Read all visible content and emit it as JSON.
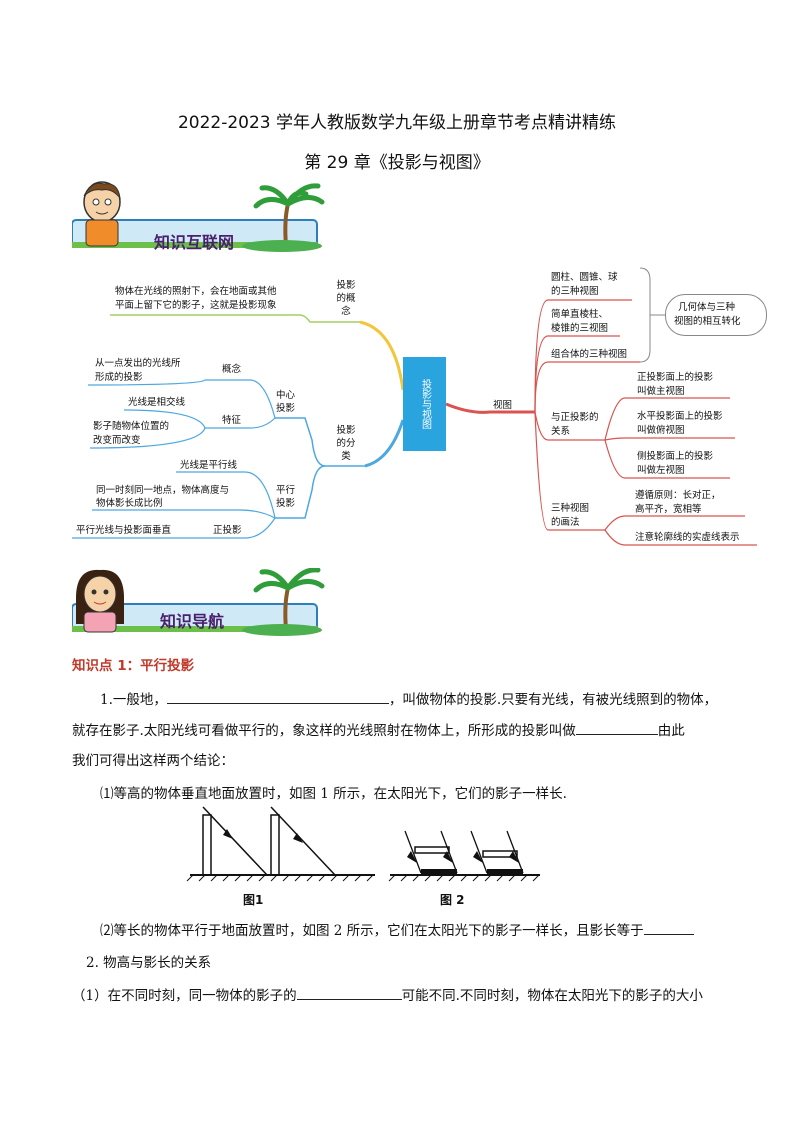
{
  "header": {
    "title_line1": "2022-2023 学年人教版数学九年级上册章节考点精讲精练",
    "title_line2": "第 29 章《投影与视图》"
  },
  "banner1": {
    "label": "知识互联网",
    "icons": [
      "cartoon-boy-icon",
      "palm-tree-icon"
    ]
  },
  "banner2": {
    "label": "知识导航",
    "icons": [
      "cartoon-girl-icon",
      "palm-tree-icon"
    ]
  },
  "mindmap": {
    "center": "投影与视图",
    "left": {
      "concept_branch": "投影的概念",
      "concept_text": [
        "物体在光线的照射下，会在地面或其他",
        "平面上留下它的影子，这就是投影现象"
      ],
      "classification": "投影的分类",
      "central": {
        "label": "中心投影",
        "concept": "概念",
        "concept_text": [
          "从一点发出的光线所",
          "形成的投影"
        ],
        "feature": "特征",
        "feature_text1": "光线是相交线",
        "feature_text2": [
          "影子随物体位置的",
          "改变而改变"
        ]
      },
      "parallel": {
        "label": "平行投影",
        "text1": "光线是平行线",
        "text2": [
          "同一时刻同一地点，物体高度与",
          "物体影长成比例"
        ],
        "text3": "平行光线与投影面垂直",
        "orthographic": "正投影"
      }
    },
    "right": {
      "views": "视图",
      "solids": [
        "圆柱、圆锥、球",
        "的三种视图"
      ],
      "prism": [
        "简单直棱柱、",
        "棱锥的三视图"
      ],
      "combo": "组合体的三种视图",
      "bubble": [
        "几何体与三种",
        "视图的相互转化"
      ],
      "relation": [
        "与正投影的",
        "关系"
      ],
      "front": [
        "正投影面上的投影",
        "叫做主视图"
      ],
      "top": [
        "水平投影面上的投影",
        "叫做俯视图"
      ],
      "side": [
        "侧投影面上的投影",
        "叫做左视图"
      ],
      "drawing": [
        "三种视图",
        "的画法"
      ],
      "principle": [
        "遵循原则：长对正，",
        "高平齐，宽相等"
      ],
      "note": "注意轮廓线的实虚线表示"
    }
  },
  "knowledge_point": {
    "heading": "知识点 1：平行投影",
    "p1a": "1.一般地，",
    "p1b": "，叫做物体的投影.只要有光线，有被光线照到的物体，",
    "p2a": "就存在影子.太阳光线可看做平行的，象这样的光线照射在物体上，所形成的投影叫做",
    "p2b": "由此",
    "p3": "我们可得出这样两个结论：",
    "p4": "⑴等高的物体垂直地面放置时，如图 1 所示，在太阳光下，它们的影子一样长.",
    "fig1": "图1",
    "fig2": "图 2",
    "p5": "⑵等长的物体平行于地面放置时，如图 2 所示，它们在太阳光下的影子一样长，且影长等于",
    "p6": "2.  物高与影长的关系",
    "p7a": "（1）在不同时刻，同一物体的影子的",
    "p7b": "可能不同.不同时刻，物体在太阳光下的影子的大小"
  }
}
